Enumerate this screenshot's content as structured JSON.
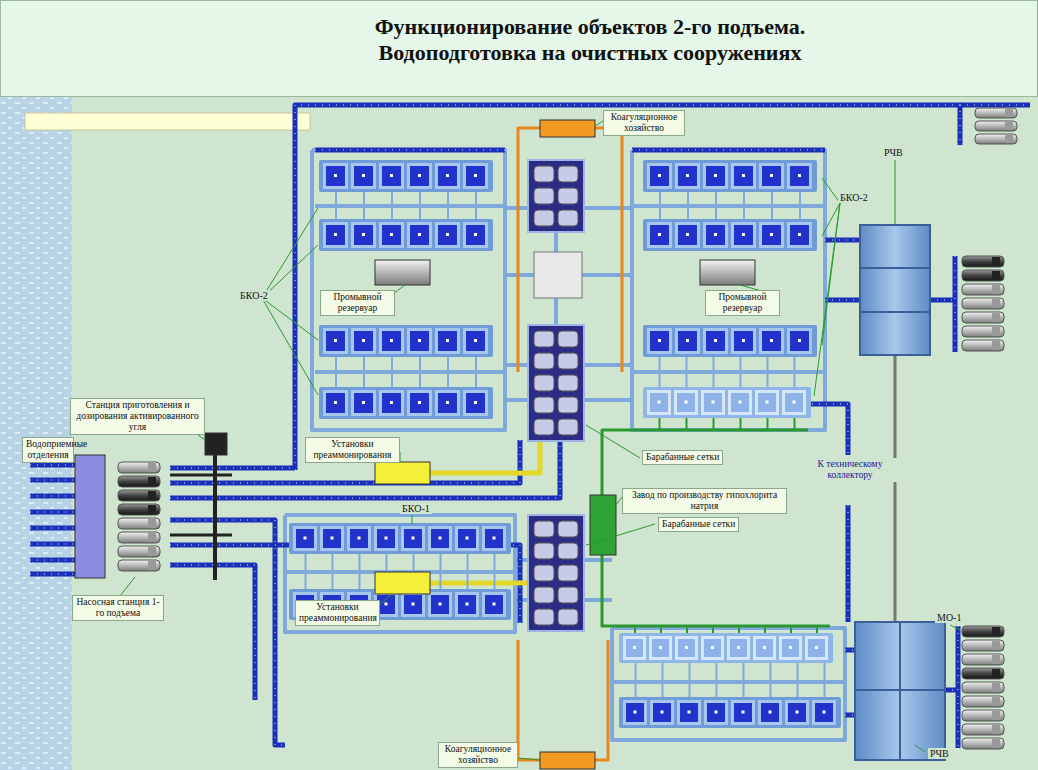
{
  "diagram": {
    "title": "Функционирование объектов 2-го подъема. Водоподготовка на очистных сооружениях",
    "nodes": [
      {
        "text": [
          "Коагуляционное хозяйство"
        ]
      },
      {
        "text": [
          "Промывной резервуар"
        ]
      },
      {
        "text": [
          "Промывной резервуар"
        ]
      },
      {
        "text": [
          "Станция приготовления и дозирования активированного угля"
        ]
      },
      {
        "text": [
          "Водоприемные отделения"
        ]
      },
      {
        "text": [
          "Установки преаммонирования"
        ]
      },
      {
        "text": [
          "Барабанные сетки"
        ]
      },
      {
        "text": [
          "Завод по производству гипохлорита натрия"
        ]
      },
      {
        "text": [
          "К техническому коллектору"
        ]
      },
      {
        "text": [
          "Барабанные сетки"
        ]
      },
      {
        "text": [
          "Насосная станция 1-го подъема"
        ]
      },
      {
        "text": [
          "Установки преаммонирования"
        ]
      },
      {
        "text": [
          "Коагуляционное хозяйство"
        ]
      }
    ],
    "labels": [
      "РЧВ",
      "БКО-2",
      "БКО-2",
      "БКО-1",
      "МО-1",
      "РЧВ"
    ]
  }
}
